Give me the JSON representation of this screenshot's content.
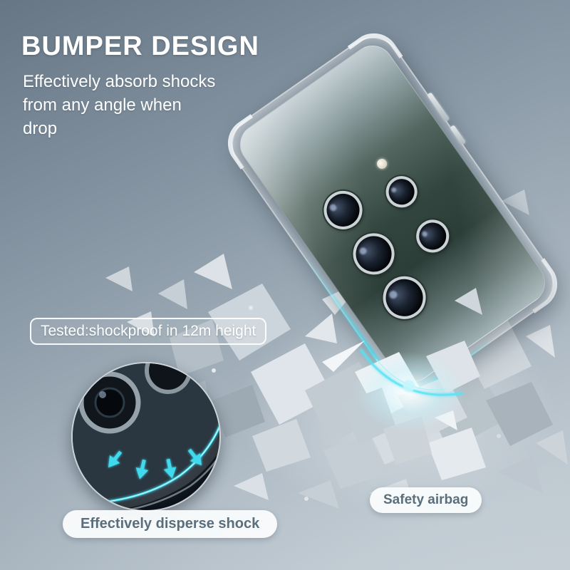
{
  "header": {
    "title": "BUMPER DESIGN",
    "subtitle_lines": [
      "Effectively absorb shocks",
      "from any angle when",
      "drop"
    ]
  },
  "callouts": {
    "tested_label": "Tested:shockproof in 12m height",
    "disperse_label": "Effectively disperse shock",
    "airbag_label": "Safety airbag"
  },
  "icons": {
    "disperse_arrows": "four cyan arrows fanning downward",
    "arrow_glyph": "▼"
  },
  "colors": {
    "accent_cyan": "#3fd9ee",
    "headline_text": "#ffffff",
    "pill_background": "#f7fafb",
    "pill_text": "#5a6e7c",
    "phone_back_green": "#2c3e38",
    "background_top": "#667684",
    "background_bottom": "#d2dbe1"
  }
}
